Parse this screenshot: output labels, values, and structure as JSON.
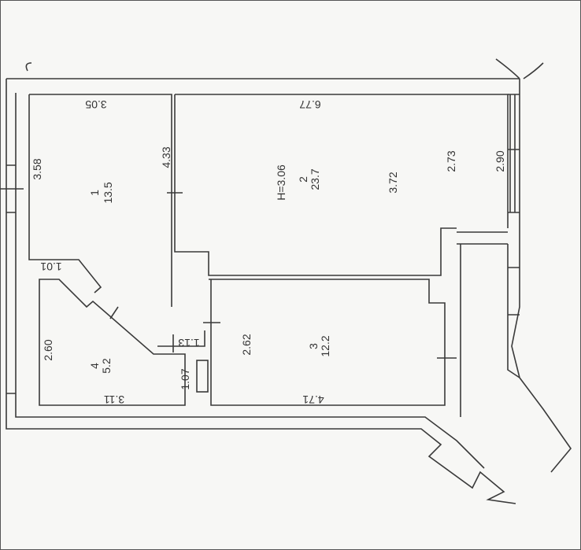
{
  "plan": {
    "rooms": [
      {
        "number": "1",
        "area": "13.5"
      },
      {
        "number": "2",
        "area": "23.7",
        "height": "H=3.06"
      },
      {
        "number": "3",
        "area": "12.2"
      },
      {
        "number": "4",
        "area": "5.2"
      }
    ],
    "dimensions": {
      "r1_top": "3.05",
      "r1_left": "3.58",
      "r1_right": "4.33",
      "r1_bottom": "1.01",
      "r2_top": "6.77",
      "r2_mid": "3.72",
      "r2_right_inner": "2.73",
      "r2_right_outer": "2.90",
      "r3_left": "2.62",
      "r3_bottom": "4.71",
      "r4_left": "2.60",
      "r4_bottom": "3.11",
      "r4_top_right": "1.13",
      "r4_right": "1.07"
    }
  }
}
